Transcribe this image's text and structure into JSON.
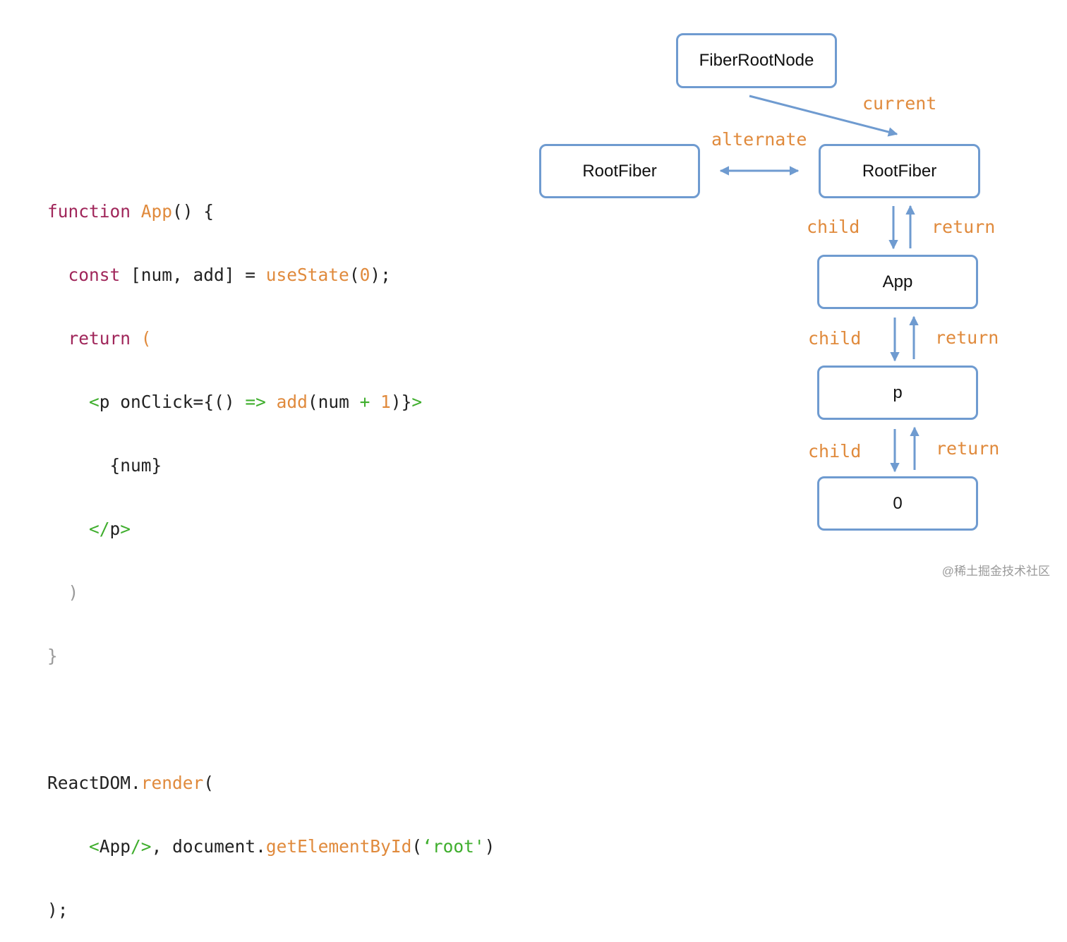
{
  "code": {
    "line1": {
      "kw": "function",
      "name": "App",
      "rest": "() {"
    },
    "line2": {
      "kw": "const",
      "mid": " [num, add] = ",
      "fn": "useState",
      "open": "(",
      "num": "0",
      "close": ");"
    },
    "line3": {
      "kw": "return",
      "paren": " ("
    },
    "line4": {
      "tag_open": "<",
      "tag_name": "p",
      "attr": " onClick=",
      "brace": "{() ",
      "arrow": "=>",
      "fn": " add",
      "args": "(num ",
      "plus": "+",
      "one": " 1",
      "end": ")}",
      "gt": ">"
    },
    "line5": {
      "text": "{num}"
    },
    "line6": {
      "close_tag": "</",
      "tag_name": "p",
      "gt": ">"
    },
    "line7": {
      "text": ")"
    },
    "line8": {
      "text": "}"
    },
    "line10": {
      "obj": "ReactDOM.",
      "fn": "render",
      "paren": "("
    },
    "line11": {
      "lt": "<",
      "comp": "App",
      "self_close": "/>",
      "mid": ", document.",
      "fn": "getElementById",
      "open": "(",
      "str": "‘root'",
      "close": ")"
    },
    "line12": {
      "text": ");"
    }
  },
  "diagram": {
    "nodes": {
      "fiber_root": "FiberRootNode",
      "root_fiber_left": "RootFiber",
      "root_fiber_right": "RootFiber",
      "app": "App",
      "p": "p",
      "zero": "0"
    },
    "labels": {
      "current": "current",
      "alternate": "alternate",
      "child_1": "child",
      "return_1": "return",
      "child_2": "child",
      "return_2": "return",
      "child_3": "child",
      "return_3": "return"
    },
    "colors": {
      "border": "#6f9bd0",
      "arrow": "#6f9bd0",
      "label": "#e08a3c",
      "keyword": "#a0265a",
      "jsx": "#3fae2d"
    }
  },
  "watermark": "@稀土掘金技术社区"
}
